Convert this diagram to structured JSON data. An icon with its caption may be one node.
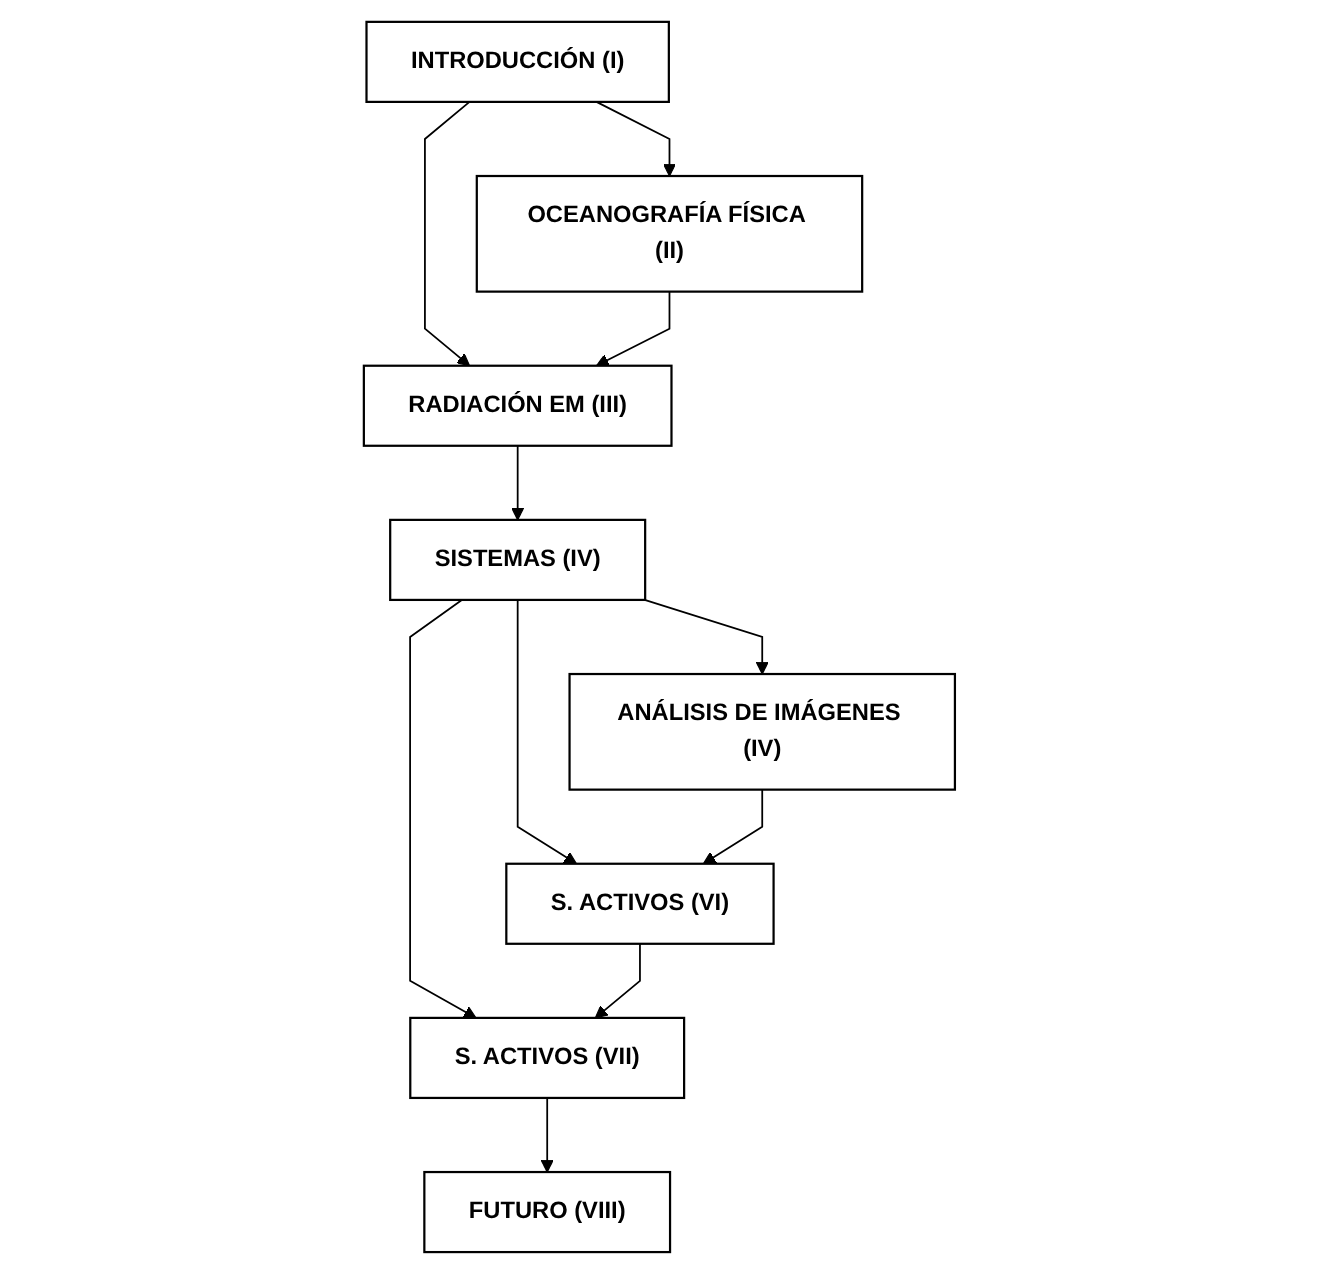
{
  "diagram": {
    "nodes": [
      {
        "text": [
          "INTRODUCCIÓN  (I)"
        ]
      },
      {
        "text": [
          "OCEANOGRAFÍA FÍSICA (II)"
        ]
      },
      {
        "text": [
          "RADIACIÓN EM (III)"
        ]
      },
      {
        "text": [
          "ANÁLISIS DE IMÁGENES (IV)"
        ]
      },
      {
        "text": [
          "SISTEMAS (IV)"
        ]
      },
      {
        "text": [
          "S. ACTIVOS (VI)"
        ]
      },
      {
        "text": [
          "S. ACTIVOS (VII)"
        ]
      },
      {
        "text": [
          "FUTURO (VIII)"
        ]
      }
    ],
    "edges": [
      {
        "from": 0,
        "to": 1,
        "arrow": "to"
      },
      {
        "from": 0,
        "to": 2,
        "arrow": "to"
      },
      {
        "from": 1,
        "to": 2,
        "arrow": "to"
      },
      {
        "from": 2,
        "to": 4,
        "arrow": "to"
      },
      {
        "from": 4,
        "to": 3,
        "arrow": "to"
      },
      {
        "from": 4,
        "to": 5,
        "arrow": "to"
      },
      {
        "from": 4,
        "to": 6,
        "arrow": "to"
      },
      {
        "from": 3,
        "to": 5,
        "arrow": "to"
      },
      {
        "from": 5,
        "to": 6,
        "arrow": "to"
      },
      {
        "from": 6,
        "to": 7,
        "arrow": "to"
      }
    ]
  }
}
